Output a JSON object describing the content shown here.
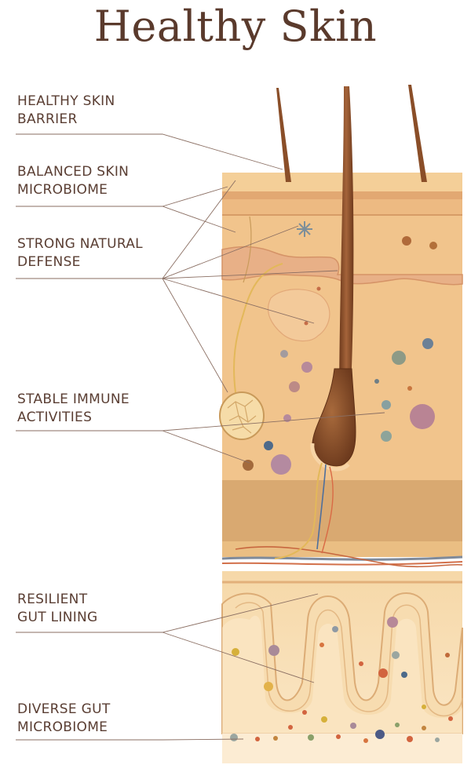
{
  "title": "Healthy Skin",
  "labels": [
    {
      "line1": "HEALTHY SKIN",
      "line2": "BARRIER"
    },
    {
      "line1": "BALANCED SKIN",
      "line2": "MICROBIOME"
    },
    {
      "line1": "STRONG NATURAL",
      "line2": "DEFENSE"
    },
    {
      "line1": "STABLE IMMUNE",
      "line2": "ACTIVITIES"
    },
    {
      "line1": "RESILIENT",
      "line2": "GUT LINING"
    },
    {
      "line1": "DIVERSE GUT",
      "line2": "MICROBIOME"
    }
  ],
  "colors": {
    "title": "#5a3a2c",
    "label": "#5a3e33",
    "leader": "#8a6e62",
    "skin_base": "#f2c48a",
    "epidermis": "#e6ad74",
    "dermis_band": "#dbb07c",
    "hair": "#8a4e28",
    "gut_wall": "#f7dcb0",
    "gut_fill": "#fbe9cc"
  }
}
